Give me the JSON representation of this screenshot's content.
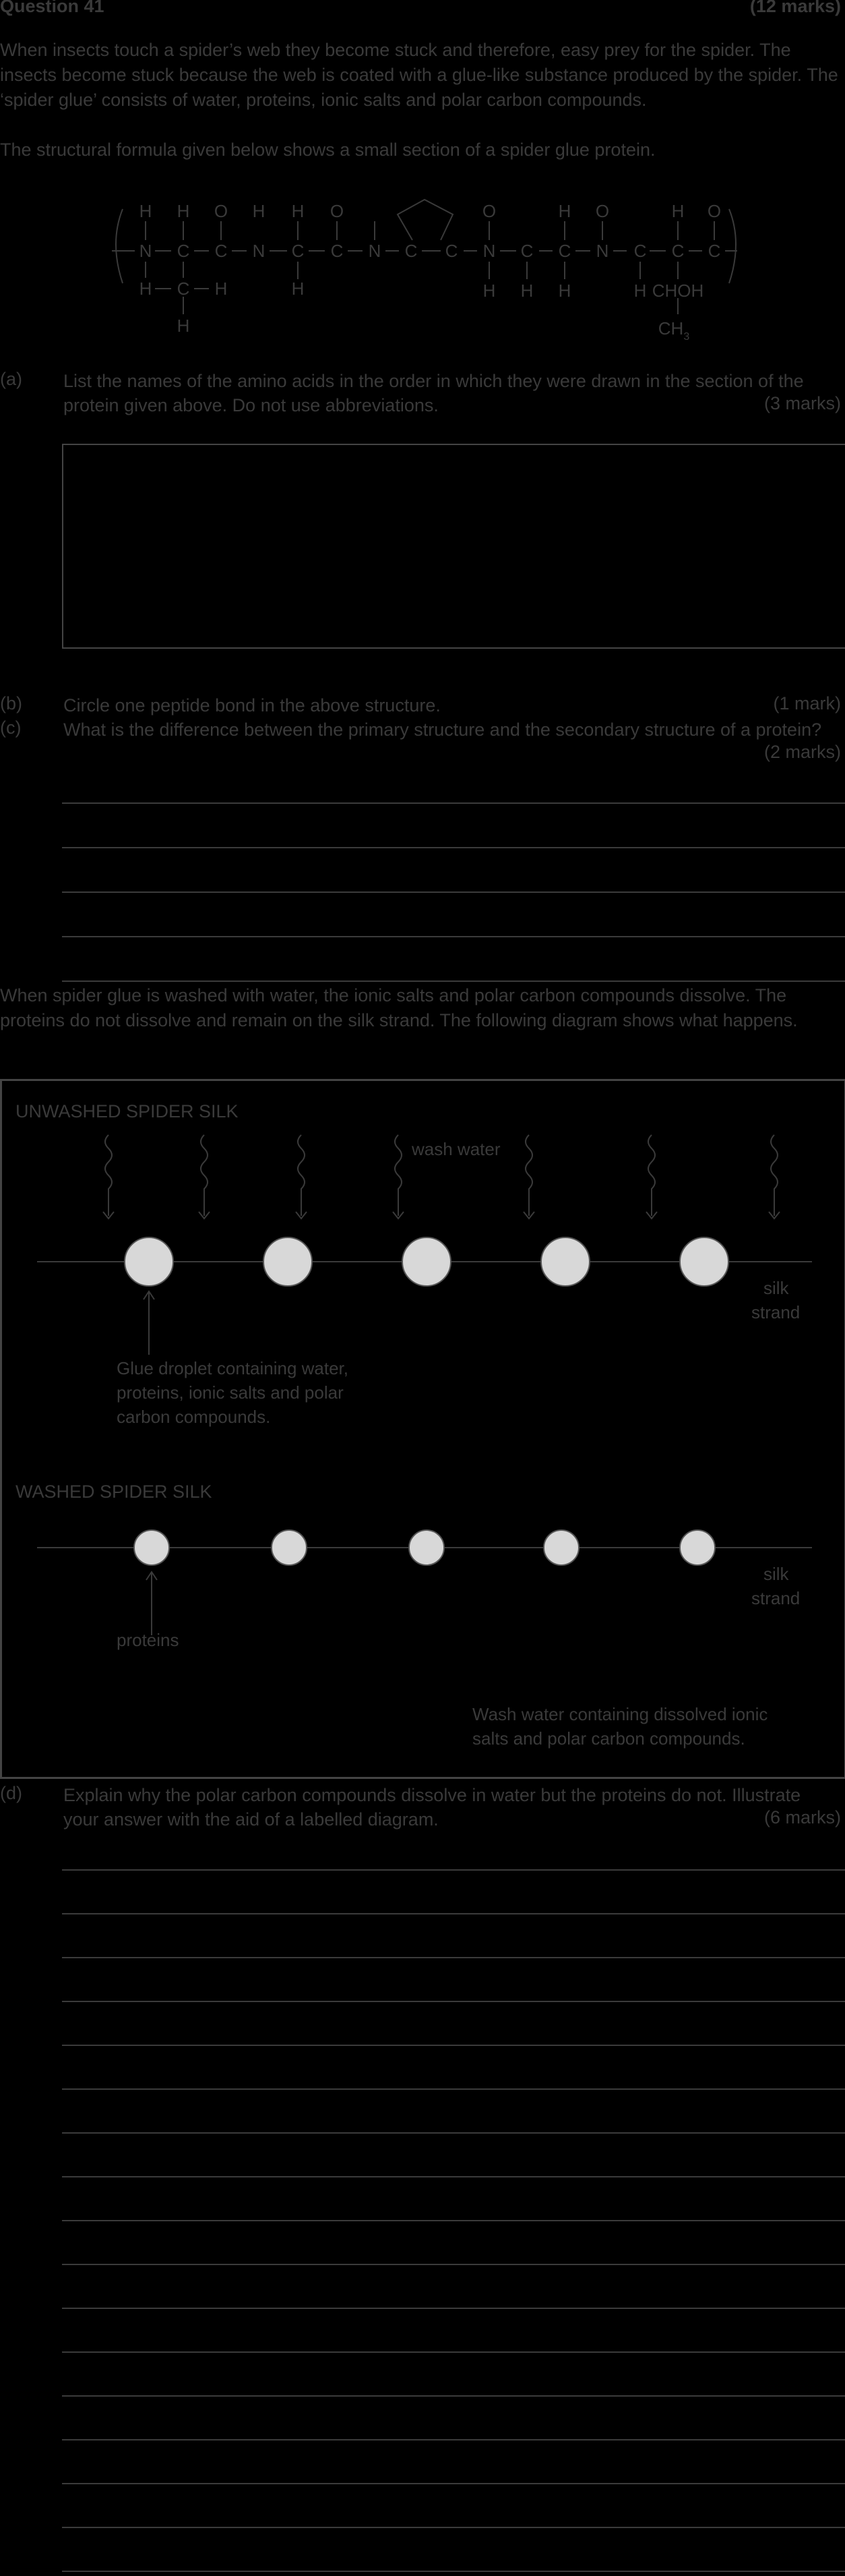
{
  "header": {
    "question": "Question 41",
    "marks": "(12 marks)"
  },
  "intro": {
    "p1": "When insects touch a spider’s web they become stuck and therefore, easy prey for the spider. The insects become stuck because the web is coated with a glue-like substance produced by the spider. The ‘spider glue’ consists of water, proteins, ionic salts and polar carbon compounds.",
    "p2": "The structural formula given below shows a small section of a spider glue protein."
  },
  "formula": {
    "atoms": {
      "H": "H",
      "O": "O",
      "N": "N",
      "C": "C",
      "sub3": "3",
      "chcoh": "CHOH",
      "ch": "CH"
    }
  },
  "part_a": {
    "label": "(a)",
    "text": "List the names of the amino acids in the order in which they were drawn in the section of the protein given above. Do not use abbreviations.",
    "marks": "(3 marks)"
  },
  "part_b": {
    "label": "(b)",
    "text": "Circle one peptide bond in the above structure.",
    "marks": "(1 mark)"
  },
  "part_c": {
    "label": "(c)",
    "text": "What is the difference between the primary structure and the secondary structure of a protein?",
    "marks": "(2 marks)"
  },
  "middle": {
    "p": "When spider glue is washed with water, the ionic salts and polar carbon compounds dissolve. The proteins do not dissolve and remain on the silk strand. The following diagram shows what happens."
  },
  "diagram": {
    "unwashed_title": "UNWASHED SPIDER SILK",
    "wash_water": "wash water",
    "silk": "silk",
    "strand": "strand",
    "glue_label_1": "Glue droplet containing water,",
    "glue_label_2": "proteins, ionic salts and polar",
    "glue_label_3": "carbon compounds.",
    "washed_title": "WASHED SPIDER SILK",
    "proteins": "proteins",
    "wash_label_1": "Wash water containing dissolved ionic",
    "wash_label_2": "salts and polar carbon compounds."
  },
  "part_d": {
    "label": "(d)",
    "text": "Explain why the polar carbon compounds dissolve in water but the proteins do not. Illustrate your answer with the aid of a labelled diagram.",
    "marks": "(6 marks)"
  }
}
